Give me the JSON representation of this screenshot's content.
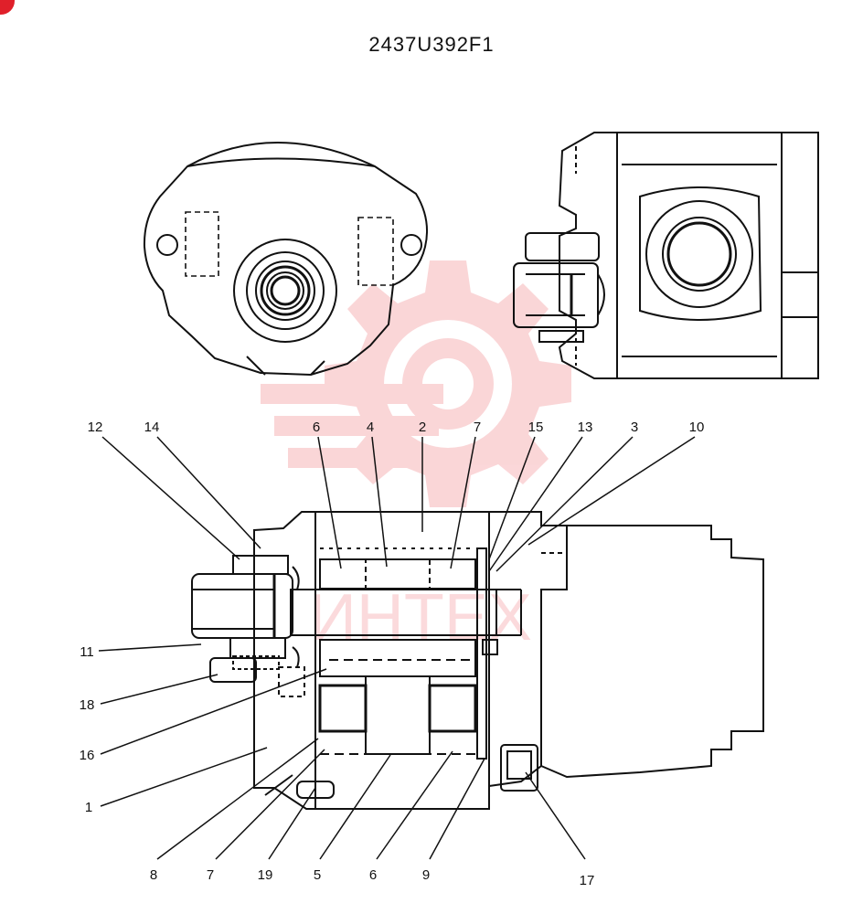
{
  "drawing": {
    "title": "2437U392F1"
  },
  "watermark": {
    "text": "ИНТЕХ",
    "color": "#e8202a"
  },
  "callouts": {
    "c12": "12",
    "c14": "14",
    "c6a": "6",
    "c4": "4",
    "c2": "2",
    "c7a": "7",
    "c15": "15",
    "c13": "13",
    "c3": "3",
    "c10": "10",
    "c11": "11",
    "c18": "18",
    "c16": "16",
    "c1": "1",
    "c8": "8",
    "c7b": "7",
    "c19": "19",
    "c5": "5",
    "c6b": "6",
    "c9": "9",
    "c17": "17"
  }
}
